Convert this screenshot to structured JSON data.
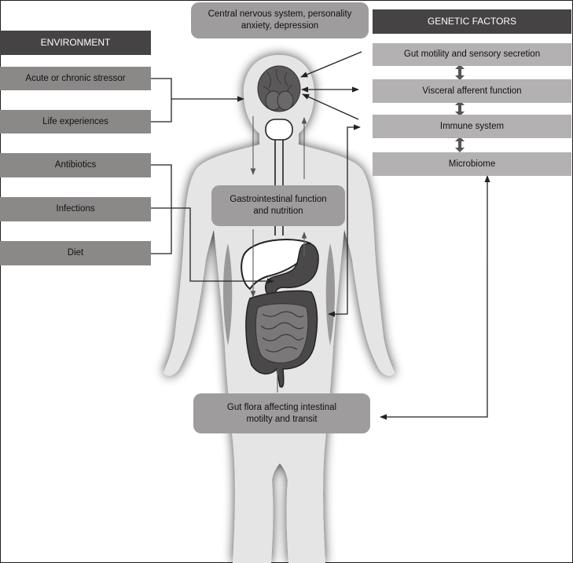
{
  "colors": {
    "header_bg": "#454344",
    "environment_box": "#8b8888",
    "genetic_box": "#b3b1b2",
    "center_box": "#9e9c9d",
    "body_fill": "#e6e5e6",
    "organ_dark": "#4a4849",
    "organ_mid": "#7a7879"
  },
  "environment": {
    "header": "ENVIRONMENT",
    "items": [
      {
        "label": "Acute or chronic stressor"
      },
      {
        "label": "Life experiences"
      },
      {
        "label": "Antibiotics"
      },
      {
        "label": "Infections"
      },
      {
        "label": "Diet"
      }
    ]
  },
  "genetic": {
    "header": "GENETIC FACTORS",
    "items": [
      {
        "label": "Gut motility and sensory secretion"
      },
      {
        "label": "Visceral afferent function"
      },
      {
        "label": "Immune system"
      },
      {
        "label": "Microbiome"
      }
    ]
  },
  "center": {
    "cns": "Central nervous system, personality anxiety, depression",
    "gi": "Gastrointestinal function and nutrition",
    "flora": "Gut flora affecting intestinal motilty and transit"
  }
}
